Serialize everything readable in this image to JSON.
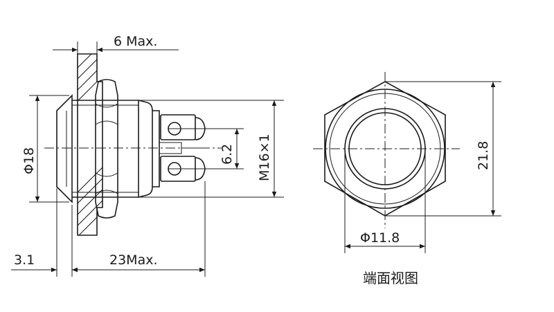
{
  "labels": {
    "max6": "6 Max.",
    "dia18": "Φ18",
    "d62": "6.2",
    "m16": "M16×1",
    "len31": "3.1",
    "max23": "23Max.",
    "h218": "21.8",
    "dia118": "Φ11.8",
    "caption": "端面视图"
  },
  "colors": {
    "line": "#1a1a1a",
    "background": "#ffffff"
  }
}
